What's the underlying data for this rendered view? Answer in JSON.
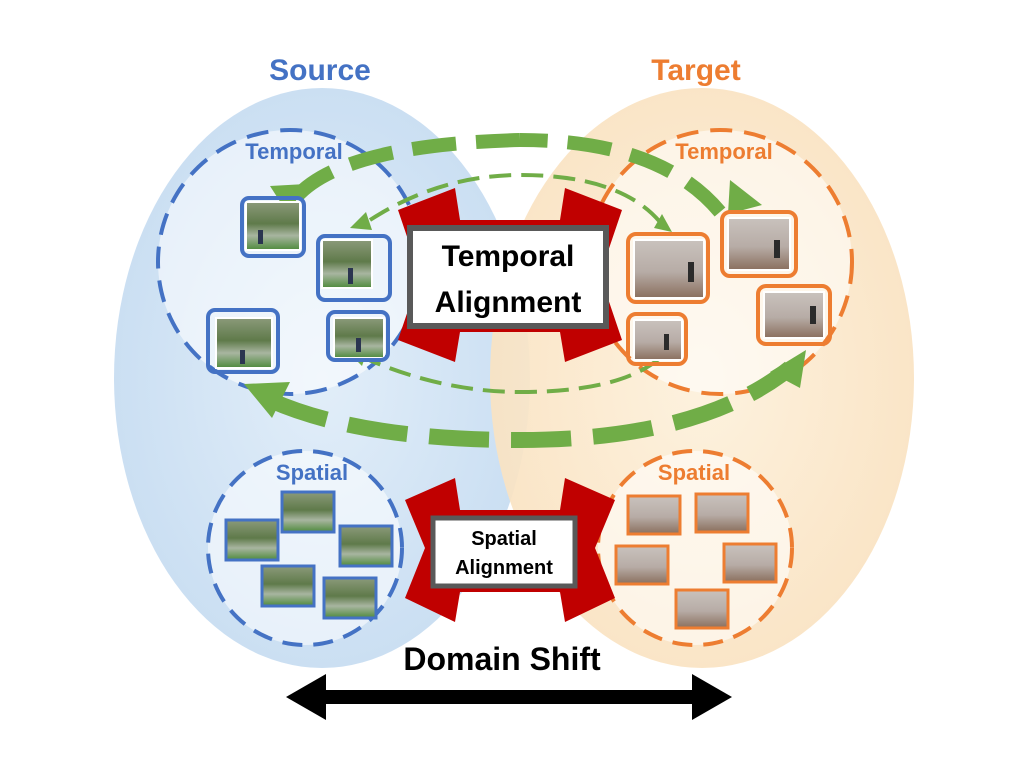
{
  "source": {
    "title": "Source",
    "temporal_label": "Temporal",
    "spatial_label": "Spatial"
  },
  "target": {
    "title": "Target",
    "temporal_label": "Temporal",
    "spatial_label": "Spatial"
  },
  "temporal_alignment": {
    "line1": "Temporal",
    "line2": "Alignment"
  },
  "spatial_alignment": {
    "line1": "Spatial",
    "line2": "Alignment"
  },
  "domain_shift": {
    "label": "Domain Shift"
  },
  "colors": {
    "source_blue": "#4472C4",
    "target_orange": "#ED7D31",
    "arrow_green": "#70AD47",
    "alignment_red": "#C00000",
    "source_bg": "#CFE2F3",
    "target_bg": "#FBE5C8"
  }
}
